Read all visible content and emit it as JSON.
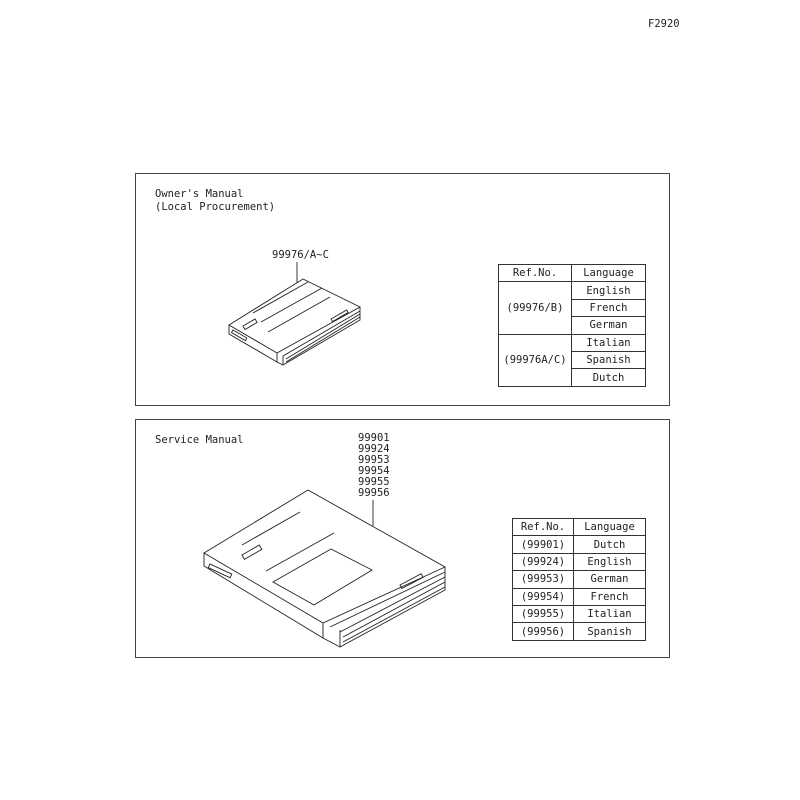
{
  "figure_code": "F2920",
  "owners_manual": {
    "title_line1": "Owner's Manual",
    "title_line2": "(Local Procurement)",
    "part_label": "99976/A~C",
    "table": {
      "headers": [
        "Ref.No.",
        "Language"
      ],
      "groups": [
        {
          "ref": "(99976/B)",
          "languages": [
            "English",
            "French",
            "German"
          ]
        },
        {
          "ref": "(99976A/C)",
          "languages": [
            "Italian",
            "Spanish",
            "Dutch"
          ]
        }
      ]
    }
  },
  "service_manual": {
    "title": "Service Manual",
    "part_numbers": [
      "99901",
      "99924",
      "99953",
      "99954",
      "99955",
      "99956"
    ],
    "table": {
      "headers": [
        "Ref.No.",
        "Language"
      ],
      "rows": [
        {
          "ref": "(99901)",
          "language": "Dutch"
        },
        {
          "ref": "(99924)",
          "language": "English"
        },
        {
          "ref": "(99953)",
          "language": "German"
        },
        {
          "ref": "(99954)",
          "language": "French"
        },
        {
          "ref": "(99955)",
          "language": "Italian"
        },
        {
          "ref": "(99956)",
          "language": "Spanish"
        }
      ]
    }
  }
}
